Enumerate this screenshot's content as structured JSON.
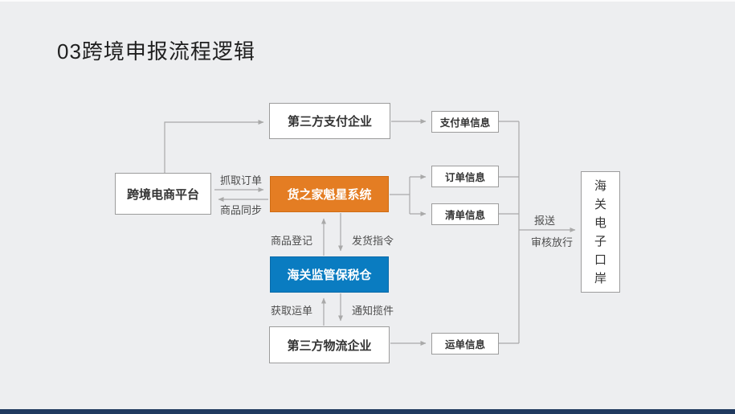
{
  "title": "03跨境申报流程逻辑",
  "colors": {
    "background": "#edeef0",
    "accent_orange": "#e47d23",
    "accent_blue": "#0a7cc1",
    "connector_gray": "#a9a9a9",
    "bottom_bar_navy": "#203a5f",
    "box_border": "#9c9c9c",
    "text_dark": "#333333"
  },
  "nodes": {
    "platform": {
      "label": "跨境电商平台"
    },
    "payment_company": {
      "label": "第三方支付企业"
    },
    "kuixing_system": {
      "label": "货之家魁星系统"
    },
    "bonded_warehouse": {
      "label": "海关监管保税仓"
    },
    "logistics_company": {
      "label": "第三方物流企业"
    },
    "payment_slip_info": {
      "label": "支付单信息"
    },
    "order_info": {
      "label": "订单信息"
    },
    "manifest_info": {
      "label": "清单信息"
    },
    "waybill_info": {
      "label": "运单信息"
    },
    "customs_eport": {
      "label": "海关电子口岸"
    }
  },
  "edge_labels": {
    "grab_order": "抓取订单",
    "product_sync": "商品同步",
    "product_register": "商品登记",
    "shipping_command": "发货指令",
    "get_waybill": "获取运单",
    "notify_pickup": "通知揽件",
    "submit": "报送",
    "audit_release": "审核放行"
  }
}
